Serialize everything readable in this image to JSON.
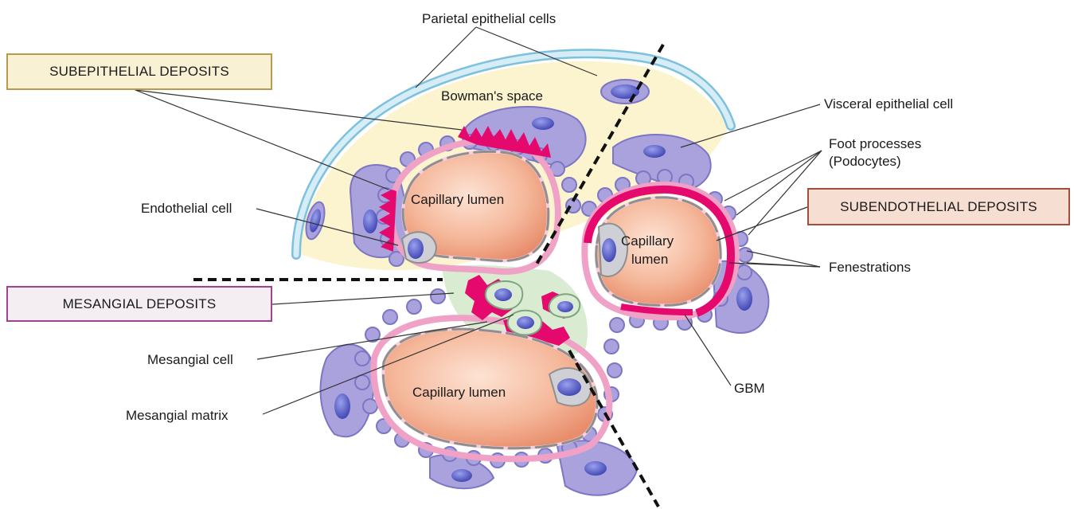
{
  "labels": {
    "parietal": "Parietal epithelial cells",
    "bowman": "Bowman's space",
    "visceral": "Visceral epithelial cell",
    "foot_line1": "Foot processes",
    "foot_line2": "(Podocytes)",
    "endothelial": "Endothelial cell",
    "fenestrations": "Fenestrations",
    "mesangial_cell": "Mesangial cell",
    "mesangial_matrix": "Mesangial matrix",
    "gbm": "GBM",
    "cap_top": "Capillary lumen",
    "cap_right_line1": "Capillary",
    "cap_right_line2": "lumen",
    "cap_bottom": "Capillary lumen"
  },
  "boxes": {
    "subepithelial": "SUBEPITHELIAL DEPOSITS",
    "subendothelial": "SUBENDOTHELIAL DEPOSITS",
    "mesangial": "MESANGIAL DEPOSITS"
  },
  "colors": {
    "bowman_space": "#fbf4cf",
    "parietal_layer": "#bfe0ee",
    "podocyte": "#a9a2dd",
    "nucleus": "#5b5fc4",
    "lumen": "#f2a98a",
    "gbm": "#f0a2c6",
    "deposit": "#e5096e",
    "mesangial_matrix": "#d9ecd2"
  }
}
